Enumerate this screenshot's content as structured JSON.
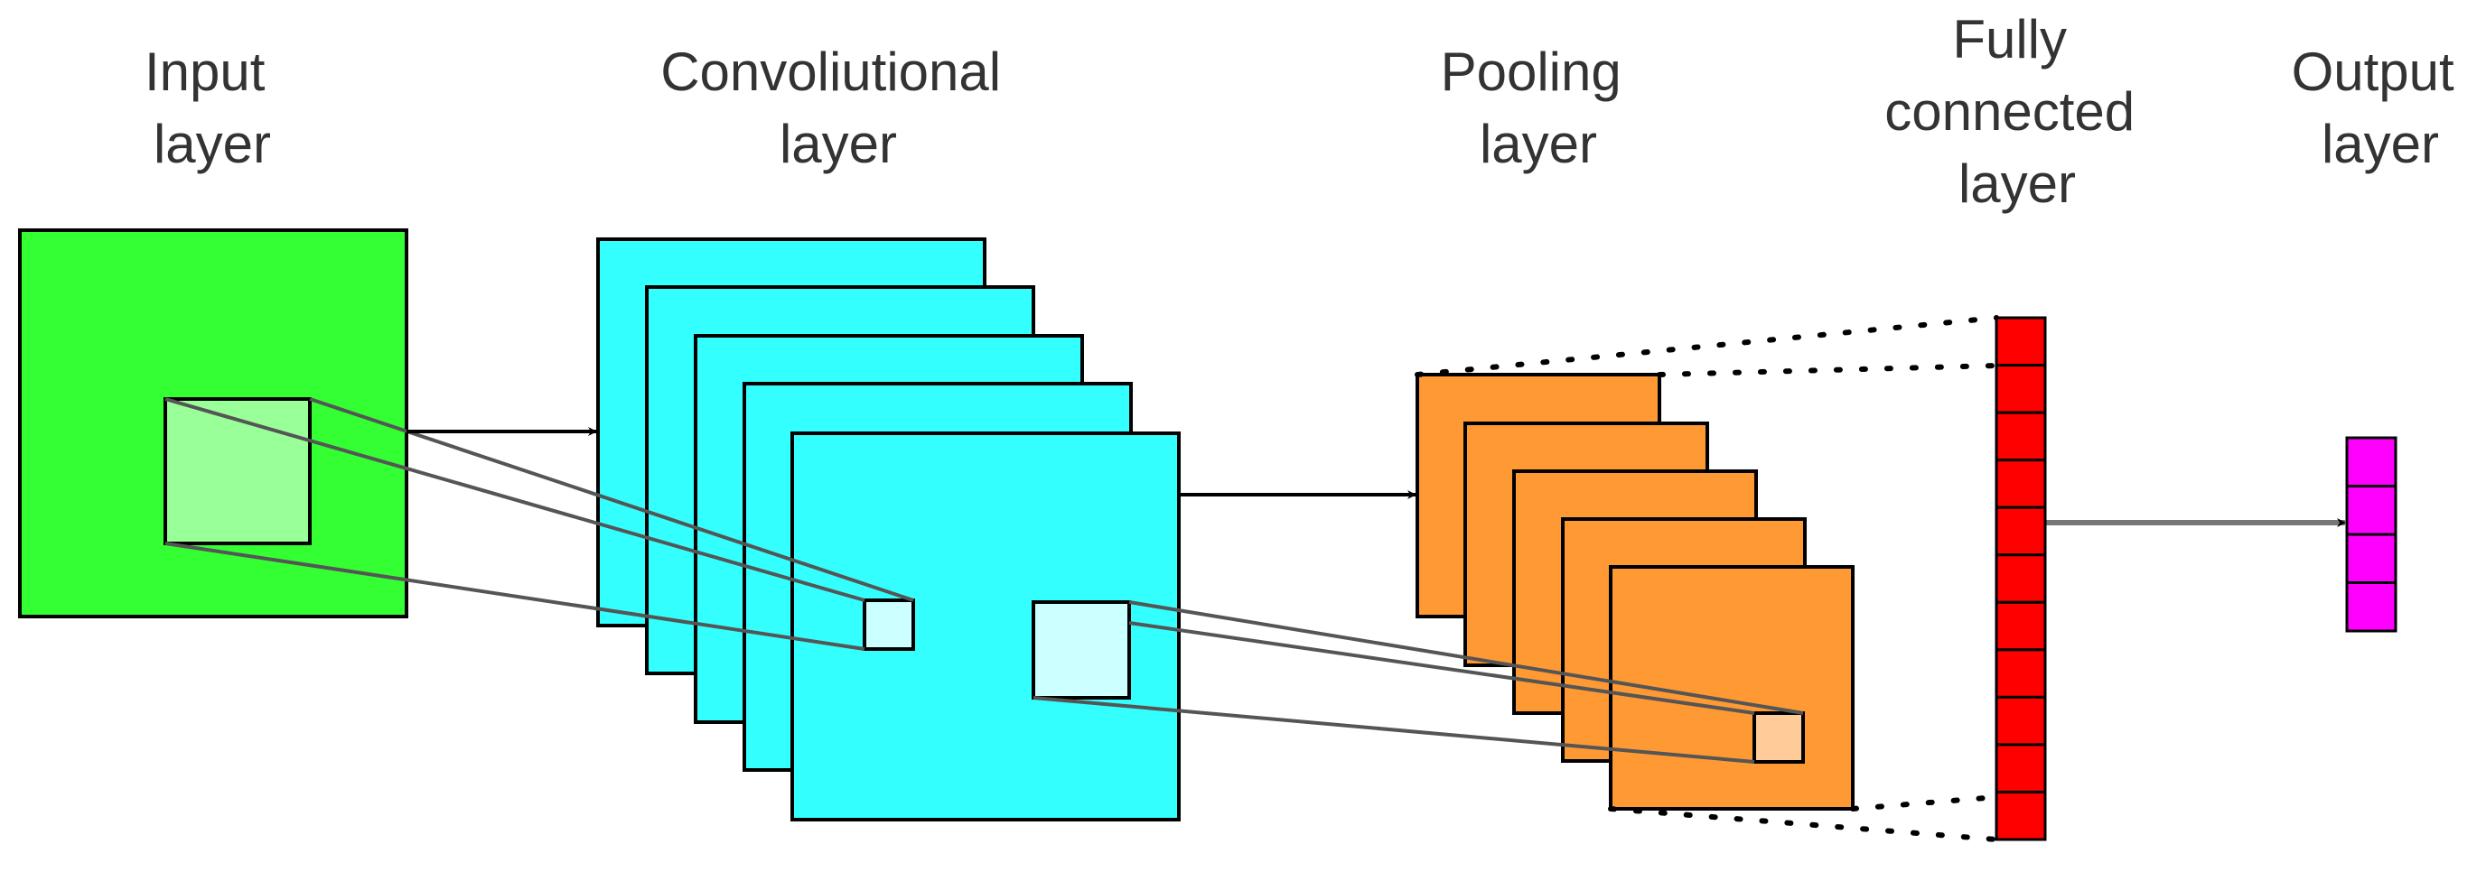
{
  "layers": [
    {
      "id": "input",
      "label_lines": [
        "Input",
        "layer"
      ]
    },
    {
      "id": "conv",
      "label_lines": [
        "Convoliutional",
        "layer"
      ]
    },
    {
      "id": "pool",
      "label_lines": [
        "Pooling",
        "layer"
      ]
    },
    {
      "id": "fc",
      "label_lines": [
        "Fully",
        "connected",
        "layer"
      ]
    },
    {
      "id": "output",
      "label_lines": [
        "Output",
        "layer"
      ]
    }
  ],
  "colors": {
    "input": "#33ff33",
    "input_window": "#99ff99",
    "conv": "#33ffff",
    "conv_window": "#ccffff",
    "pool": "#ff9933",
    "pool_window": "#ffcc99",
    "fc": "#ff0000",
    "output": "#ff00ff",
    "stroke": "#000000",
    "text": "#333333"
  },
  "counts": {
    "conv_maps": 5,
    "pool_maps": 5,
    "fc_cells": 11,
    "output_cells": 4
  }
}
